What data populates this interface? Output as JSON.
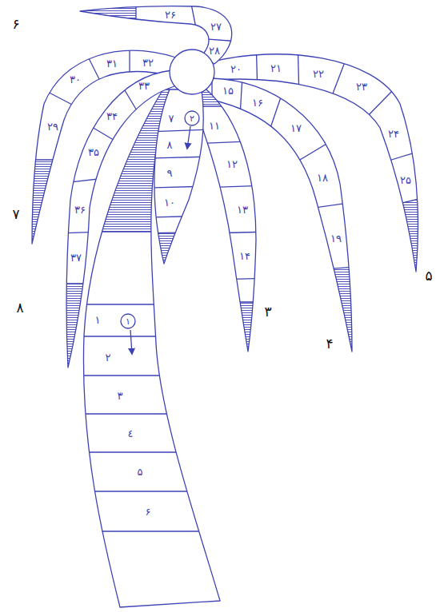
{
  "diagram": {
    "labels": [
      "۶",
      "۷",
      "۸",
      "۳",
      "۴",
      "۵",
      "۱",
      "۲",
      "۱",
      "۲",
      "۳",
      "٤",
      "۵",
      "۶",
      "۷",
      "۸",
      "۹",
      "۱۰",
      "۱۱",
      "۱۲",
      "۱۳",
      "۱۴",
      "۱۵",
      "۱۶",
      "۱۷",
      "۱۸",
      "۱۹",
      "۲۰",
      "۲۱",
      "۲۲",
      "۲۳",
      "۲۴",
      "۲۵",
      "۲۶",
      "۲۷",
      "۲۸",
      "۲۹",
      "۳۰",
      "۳۱",
      "۳۲",
      "۳۳",
      "۳۴",
      "۳۵",
      "۳۶",
      "۳۷"
    ]
  }
}
